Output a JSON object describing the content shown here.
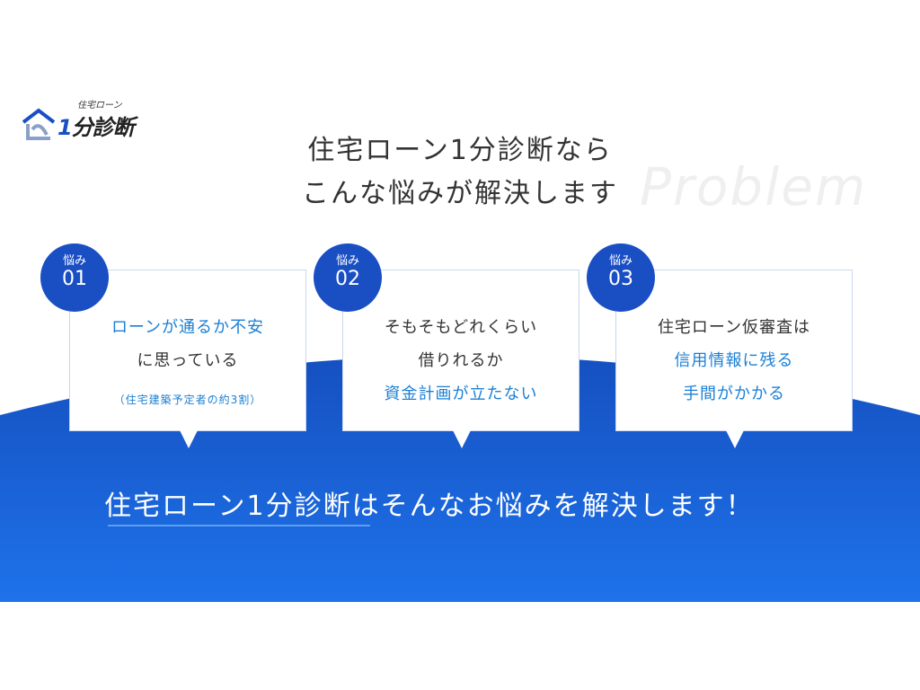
{
  "logo": {
    "small": "住宅ローン",
    "one": "1",
    "rest": "分診断"
  },
  "watermark": "Problem",
  "heading": {
    "line1": "住宅ローン1分診断なら",
    "line2": "こんな悩みが解決します"
  },
  "cards": [
    {
      "badge_label": "悩み",
      "badge_num": "01",
      "lines": [
        "ローンが通るか不安",
        "に思っている"
      ],
      "note": "（住宅建築予定者の約3割）"
    },
    {
      "badge_label": "悩み",
      "badge_num": "02",
      "lines": [
        "そもそもどれくらい",
        "借りれるか",
        "資金計画が立たない"
      ]
    },
    {
      "badge_label": "悩み",
      "badge_num": "03",
      "lines": [
        "住宅ローン仮審査は",
        "信用情報に残る",
        "手間がかかる"
      ]
    }
  ],
  "solution": "住宅ローン1分診断はそんなお悩みを解決します！",
  "colors": {
    "blue": "#1e6fe6",
    "dark_blue": "#1a4fc4",
    "text_blue": "#1a7fd4"
  }
}
